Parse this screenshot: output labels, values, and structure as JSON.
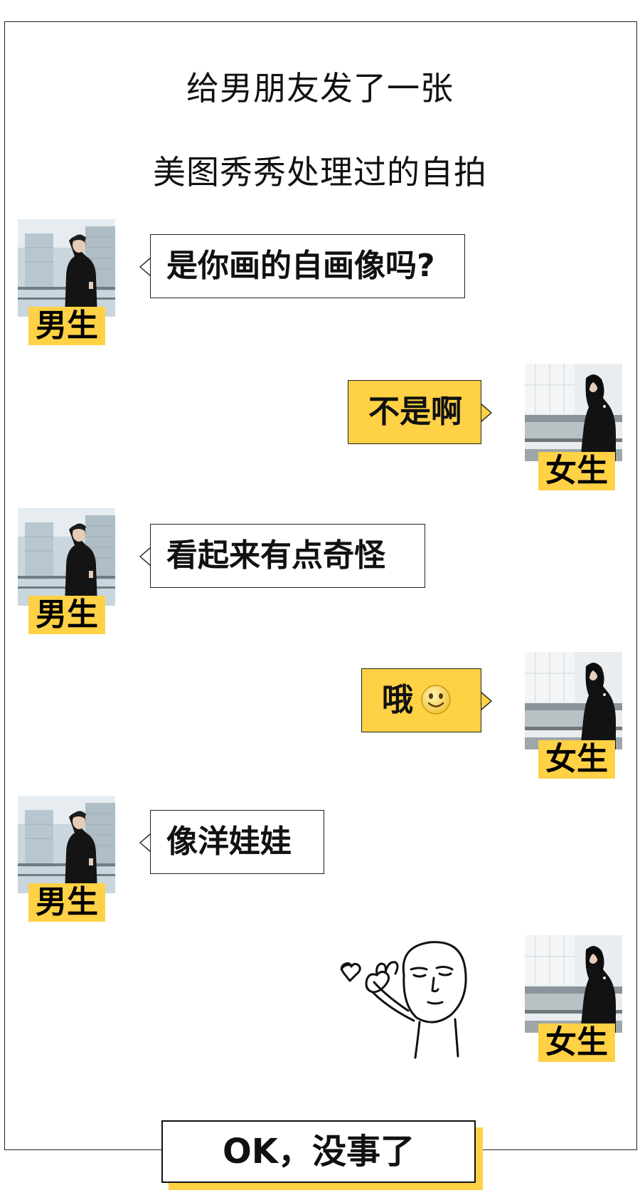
{
  "title": {
    "line1": "给男朋友发了一张",
    "line2": "美图秀秀处理过的自拍"
  },
  "labels": {
    "male": "男生",
    "female": "女生"
  },
  "messages": [
    {
      "sender": "male",
      "text": "是你画的自画像吗?"
    },
    {
      "sender": "female",
      "text": "不是啊"
    },
    {
      "sender": "male",
      "text": "看起来有点奇怪"
    },
    {
      "sender": "female",
      "text": "哦"
    },
    {
      "sender": "male",
      "text": "像洋娃娃"
    }
  ],
  "icons": {
    "emoji": "smile-emoji-icon",
    "sticker": "heart-hand-meme-icon"
  },
  "footer": {
    "text": "OK，没事了"
  },
  "colors": {
    "accent": "#ffd145",
    "border": "#222222"
  }
}
